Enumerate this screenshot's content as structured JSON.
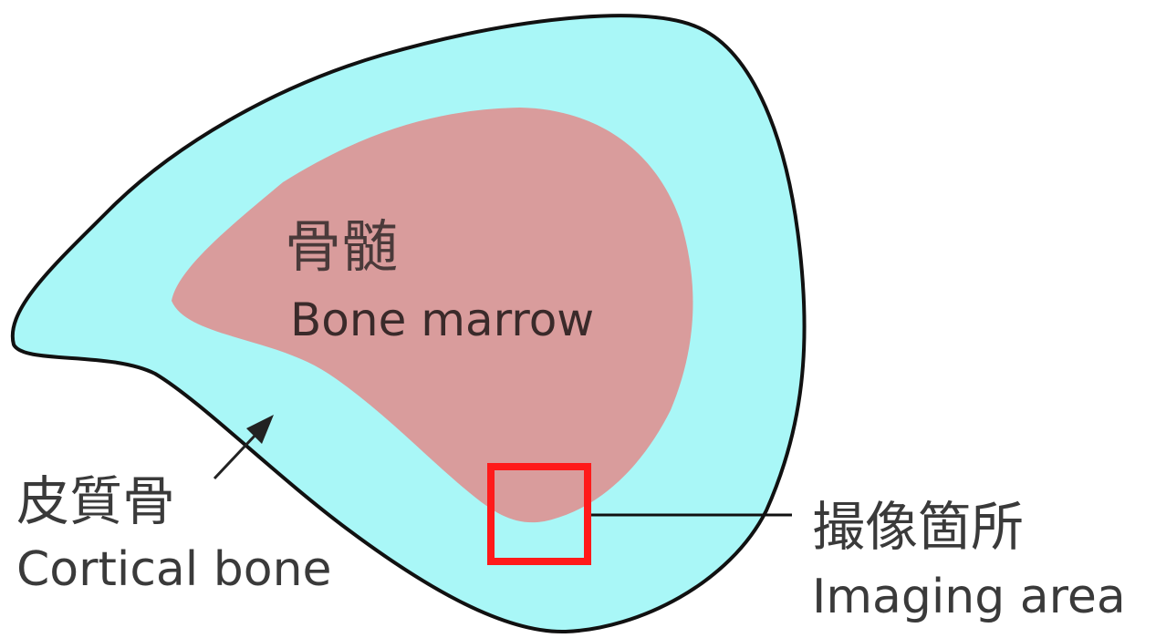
{
  "diagram": {
    "marrow": {
      "jp": "骨髄",
      "en": "Bone marrow"
    },
    "cortical": {
      "jp": "皮質骨",
      "en": "Cortical bone"
    },
    "imaging": {
      "jp": "撮像箇所",
      "en": "Imaging area"
    }
  },
  "colors": {
    "cortical_fill": "#a9f7f7",
    "marrow_fill": "#d99c9c",
    "outline": "#111111",
    "imaging_box": "#ff1a1a",
    "text": "#3a3a3a"
  }
}
